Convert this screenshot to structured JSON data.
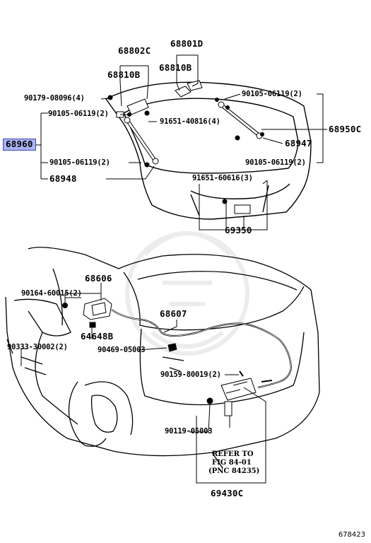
{
  "parts": {
    "p68802c": "68802C",
    "p68801d": "68801D",
    "p68810b_left": "68810B",
    "p68810b_right": "68810B",
    "p90179": "90179-08096(4)",
    "p90105_top_left": "90105-06119(2)",
    "p90105_top_right": "90105-06119(2)",
    "p91651_40816": "91651-40816(4)",
    "p68950c": "68950C",
    "p68960": "68960",
    "p68947": "68947",
    "p90105_bot_left": "90105-06119(2)",
    "p90105_bot_right": "90105-06119(2)",
    "p68948": "68948",
    "p91651_60616": "91651-60616(3)",
    "p69350": "69350",
    "p68606": "68606",
    "p90164": "90164-60015(2)",
    "p64648b": "64648B",
    "p68607": "68607",
    "p90333": "90333-30002(2)",
    "p90469": "90469-05003",
    "p90159": "90159-80019(2)",
    "p90119": "90119-05003",
    "refer_line1": "REFER TO",
    "refer_line2": "FIG 84-01",
    "refer_line3": "(PNC 84235)",
    "p69430c": "69430C"
  },
  "footer": {
    "diagram_number": "678423"
  },
  "colors": {
    "highlight": "#aab4f4",
    "highlight_border": "#3a4ab8",
    "line": "#000000"
  }
}
